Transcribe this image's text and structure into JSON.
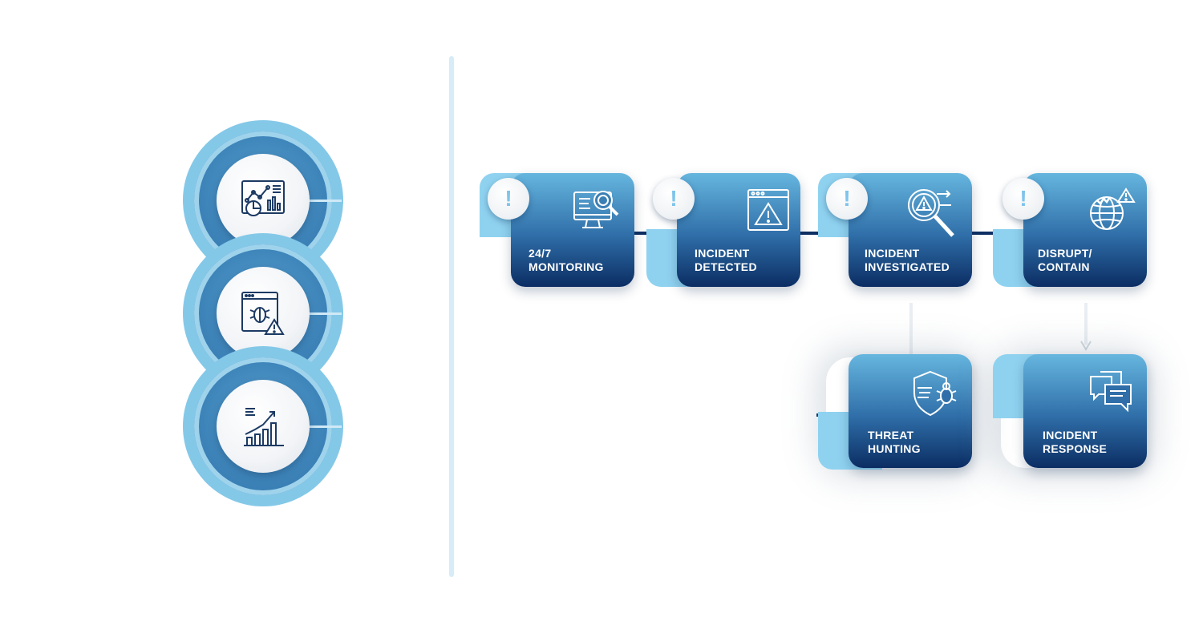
{
  "left_icons": [
    {
      "icon": "analytics-dashboard-icon"
    },
    {
      "icon": "bug-alert-window-icon"
    },
    {
      "icon": "growth-chart-icon"
    }
  ],
  "flow": {
    "badge_symbol": "!",
    "steps": [
      {
        "id": "monitoring",
        "line1": "24/7",
        "line2": "MONITORING",
        "icon": "monitor-magnifier-icon"
      },
      {
        "id": "detected",
        "line1": "INCIDENT",
        "line2": "DETECTED",
        "icon": "warning-window-icon"
      },
      {
        "id": "investigated",
        "line1": "INCIDENT",
        "line2": "INVESTIGATED",
        "icon": "magnifier-alert-icon"
      },
      {
        "id": "contain",
        "line1": "DISRUPT/",
        "line2": "CONTAIN",
        "icon": "globe-alert-icon"
      },
      {
        "id": "threat-hunting",
        "line1": "THREAT",
        "line2": "HUNTING",
        "icon": "shield-bug-icon"
      },
      {
        "id": "incident-response",
        "line1": "INCIDENT",
        "line2": "RESPONSE",
        "icon": "chat-bubbles-icon"
      }
    ]
  },
  "colors": {
    "card_top": "#66b6df",
    "card_bottom": "#0b2d63",
    "accent_light": "#8fd2f0",
    "connector": "#0e2f63"
  }
}
